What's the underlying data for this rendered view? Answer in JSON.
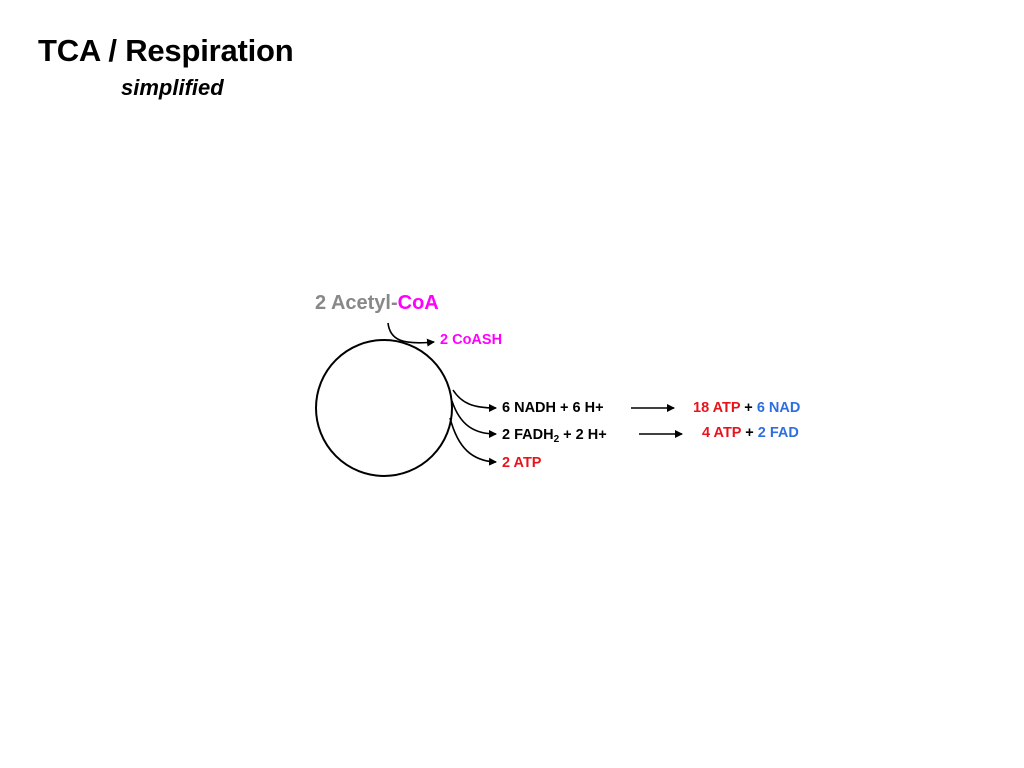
{
  "title": "TCA / Respiration",
  "subtitle": "simplified",
  "diagram": {
    "input": {
      "prefix": "2 Acetyl-",
      "suffix": "CoA",
      "prefix_color": "#888888",
      "suffix_color": "#ff00ff"
    },
    "release": {
      "label": "2 CoASH",
      "color": "#ff00ff"
    },
    "products": {
      "nadh": "6 NADH + 6 H+",
      "fadh_main": "2 FADH",
      "fadh_sub": "2",
      "fadh_tail": " + 2 H+",
      "atp": "2 ATP",
      "atp_color": "#e8141c"
    },
    "yields": {
      "from_nadh": {
        "atp": "18 ATP",
        "plus": " + ",
        "cofactor": "6 NAD"
      },
      "from_fadh": {
        "atp": "4 ATP",
        "plus": " + ",
        "cofactor": "2 FAD"
      },
      "atp_color": "#e8141c",
      "cofactor_color": "#2e6fe0"
    }
  }
}
